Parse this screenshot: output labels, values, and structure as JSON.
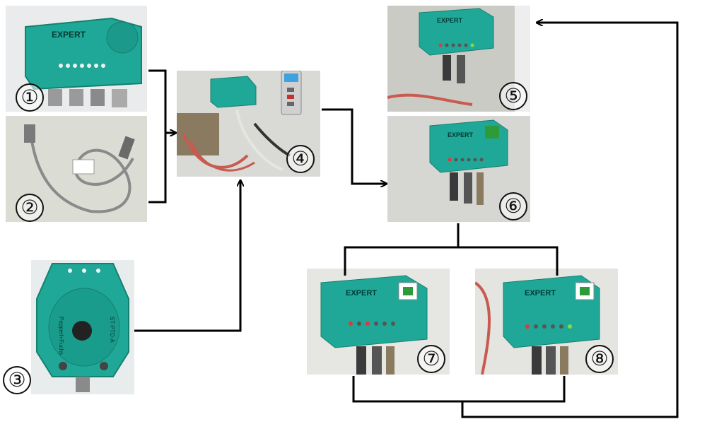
{
  "diagram": {
    "step_labels": [
      "①",
      "②",
      "③",
      "④",
      "⑤",
      "⑥",
      "⑦",
      "⑧"
    ],
    "brand_text": "EXPERT",
    "sensor_text": "Pepperl+Fuchs",
    "sensor_model": "ST-PTO-A",
    "colors": {
      "module": "#1fa898",
      "module_dark": "#15806f",
      "line": "#000000",
      "led_red": "#e8343a",
      "led_green": "#7fe03a"
    }
  }
}
